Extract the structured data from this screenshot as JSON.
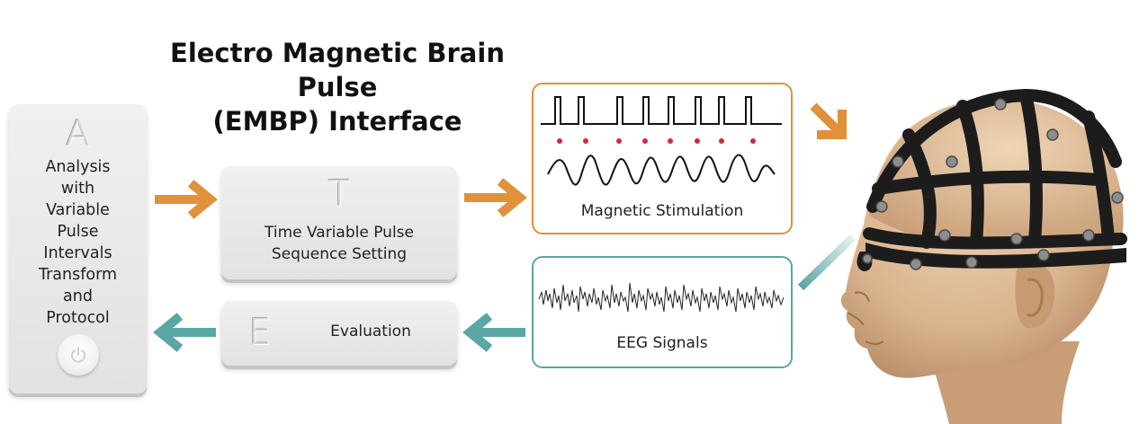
{
  "title": {
    "line1": "Electro Magnetic Brain Pulse",
    "line2": "(EMBP) Interface"
  },
  "box_a": {
    "letter": "A",
    "lines": [
      "Analysis",
      "with",
      "Variable",
      "Pulse",
      "Intervals",
      "Transform",
      "and",
      "Protocol"
    ],
    "icon": "power-icon"
  },
  "box_t": {
    "letter": "T",
    "lines": [
      "Time Variable Pulse",
      "Sequence Setting"
    ]
  },
  "box_e": {
    "letter": "E",
    "label": "Evaluation"
  },
  "magnetic_panel": {
    "label": "Magnetic Stimulation"
  },
  "eeg_panel": {
    "label": "EEG Signals"
  },
  "colors": {
    "orange_arrow": "#e0913a",
    "teal_arrow": "#5aa6a5",
    "pulse_dot": "#d7263d"
  },
  "icons": [
    "power-icon",
    "arrow-right-icon",
    "arrow-left-icon",
    "arrow-diagonal-icon",
    "eeg-cap-head-illustration"
  ]
}
